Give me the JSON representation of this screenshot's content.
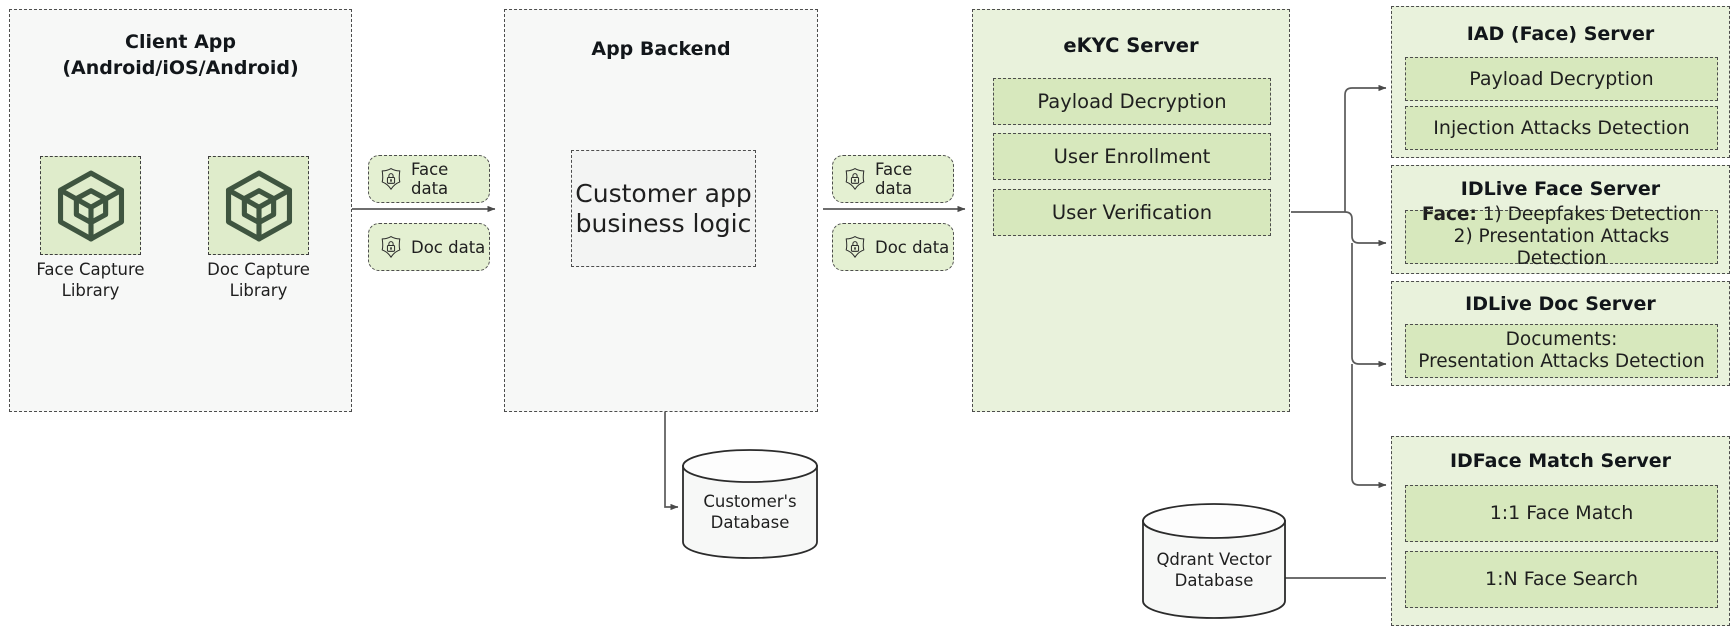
{
  "diagram": {
    "title": "eKYC Platform Architecture",
    "colors": {
      "panel_grey": "#f7f8f7",
      "panel_green": "#e9f2dc",
      "cell_green": "#d7e8bd",
      "border": "#4d4d4d",
      "wire": "#5a5a5a",
      "icon": "#3f5540"
    }
  },
  "client_app": {
    "title_line1": "Client App",
    "title_line2": "(Android/iOS/Android)",
    "libraries": [
      {
        "icon": "cube-icon",
        "caption_line1": "Face Capture",
        "caption_line2": "Library"
      },
      {
        "icon": "cube-icon",
        "caption_line1": "Doc Capture",
        "caption_line2": "Library"
      }
    ]
  },
  "pills_left": [
    {
      "icon": "shield-lock-icon",
      "label": "Face data"
    },
    {
      "icon": "shield-lock-icon",
      "label": "Doc data"
    }
  ],
  "pills_right": [
    {
      "icon": "shield-lock-icon",
      "label": "Face data"
    },
    {
      "icon": "shield-lock-icon",
      "label": "Doc data"
    }
  ],
  "app_backend": {
    "title": "App Backend",
    "core_line1": "Customer app",
    "core_line2": "business logic"
  },
  "ekyc_server": {
    "title": "eKYC Server",
    "rows": [
      {
        "label": "Payload Decryption"
      },
      {
        "label": "User Enrollment"
      },
      {
        "label": "User Verification"
      }
    ]
  },
  "servers": [
    {
      "title": "IAD (Face) Server",
      "rows": [
        {
          "label": "Payload Decryption"
        },
        {
          "label": "Injection Attacks Detection"
        }
      ]
    },
    {
      "title": "IDLive Face Server",
      "rows": [
        {
          "bold": "Face:",
          "line1_rest": " 1) Deepfakes Detection",
          "line2": "2) Presentation Attacks Detection"
        }
      ]
    },
    {
      "title": "IDLive Doc Server",
      "rows": [
        {
          "bold": "Documents:",
          "line2": "Presentation Attacks Detection"
        }
      ]
    },
    {
      "title": "IDFace Match Server",
      "rows": [
        {
          "label": "1:1 Face Match"
        },
        {
          "label": "1:N Face Search"
        }
      ]
    }
  ],
  "databases": [
    {
      "icon": "database-cylinder-icon",
      "line1": "Customer's",
      "line2": "Database"
    },
    {
      "icon": "database-cylinder-icon",
      "line1": "Qdrant Vector",
      "line2": "Database"
    }
  ]
}
